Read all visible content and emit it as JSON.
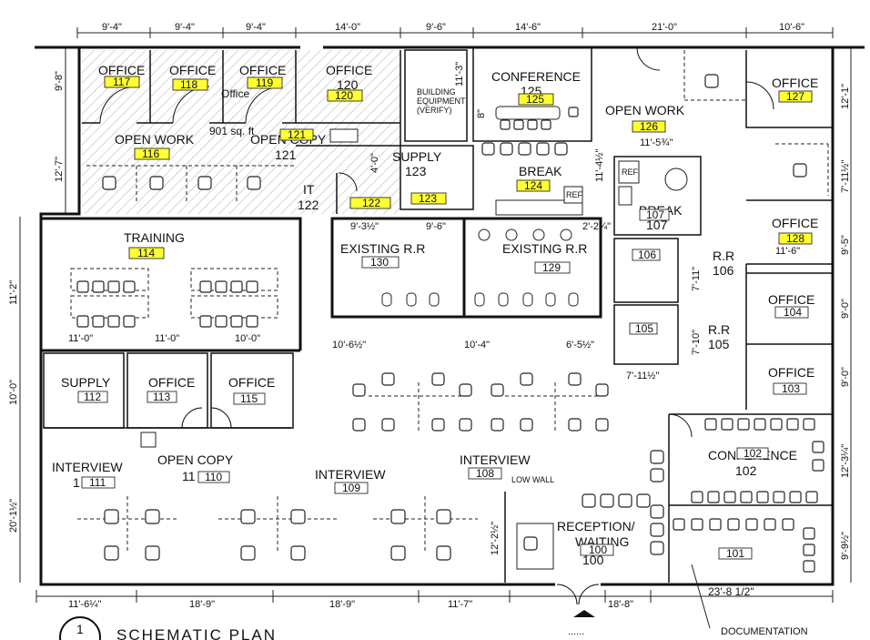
{
  "dimensions_top": [
    "9'-4\"",
    "9'-4\"",
    "9'-4\"",
    "14'-0\"",
    "9'-6\"",
    "14'-6\"",
    "21'-0\"",
    "10'-6\""
  ],
  "dimensions_bottom": [
    "11'-6¼\"",
    "18'-9\"",
    "18'-9\"",
    "11'-7\"",
    "18'-8\""
  ],
  "dimensions_left": [
    "9'-8\"",
    "12'-7\"",
    "11'-2\"",
    "10'-0\"",
    "20'-1½\""
  ],
  "dimensions_right": [
    "12'-1\"",
    "7'-11½\"",
    "9'-5\"",
    "9'-0\"",
    "9'-0\"",
    "12'-3¼\"",
    "9'-9½\""
  ],
  "dimensions_inner": {
    "training_1": "11'-0\"",
    "training_2": "11'-0\"",
    "training_3": "10'-0\"",
    "corridor_1": "10'-6½\"",
    "corridor_2": "10'-4\"",
    "corridor_3": "6'-5½\"",
    "rr_1": "9'-3½\"",
    "rr_2": "9'-6\"",
    "break_1": "11'-4½\"",
    "break_2": "2'-2¼\"",
    "openwork_w": "11'-5¾\"",
    "office128_w": "11'-6\"",
    "rr106_h": "7'-11\"",
    "rr105_h": "7'-10\"",
    "rr105_w": "7'-11½\"",
    "supply_h": "4'-0\"",
    "bldg_h": "11'-3\"",
    "conf_h": "8\"",
    "reception_h": "12'-2½\"",
    "documentation_w": "23'-8 1/2\""
  },
  "rooms": {
    "r117": {
      "label": "OFFICE",
      "num": "117"
    },
    "r118": {
      "label": "OFFICE",
      "num": "118"
    },
    "r119": {
      "label": "OFFICE",
      "num": "119"
    },
    "r120": {
      "label": "OFFICE",
      "num": "120",
      "tag": "120"
    },
    "r116": {
      "label": "OPEN WORK",
      "num": "116"
    },
    "r121": {
      "label": "OPEN COPY",
      "num": "121",
      "tag": "121"
    },
    "r122": {
      "label": "IT",
      "num": "122",
      "tag": "122"
    },
    "r123": {
      "label": "SUPPLY",
      "num": "123",
      "tag": "123"
    },
    "bldg": {
      "line1": "BUILDING",
      "line2": "EQUIPMENT",
      "line3": "(VERIFY)"
    },
    "r125": {
      "label": "CONFERENCE",
      "num": "125",
      "tag": "125"
    },
    "r124": {
      "label": "BREAK",
      "tag": "124"
    },
    "r126": {
      "label": "OPEN WORK",
      "tag": "126"
    },
    "r127": {
      "label": "OFFICE",
      "tag": "127"
    },
    "r128": {
      "label": "OFFICE",
      "tag": "128"
    },
    "r107": {
      "label": "BREAK",
      "num": "107",
      "tag": "107"
    },
    "r114": {
      "label": "TRAINING",
      "tag": "114"
    },
    "r130": {
      "label": "EXISTING R.R",
      "tag": "130"
    },
    "r129": {
      "label": "EXISTING R.R",
      "tag": "129"
    },
    "r106": {
      "label": "R.R",
      "num": "106",
      "tag": "106"
    },
    "r105": {
      "label": "R.R",
      "num": "105",
      "tag": "105"
    },
    "r104": {
      "label": "OFFICE",
      "tag": "104"
    },
    "r103": {
      "label": "OFFICE",
      "tag": "103"
    },
    "r112": {
      "label": "SUPPLY",
      "tag": "112"
    },
    "r113": {
      "label": "OFFICE",
      "tag": "113"
    },
    "r115": {
      "label": "OFFICE",
      "tag": "115"
    },
    "r111": {
      "label": "INTERVIEW",
      "num": "1",
      "tag": "111"
    },
    "r110": {
      "label": "OPEN COPY",
      "num": "11",
      "tag": "110"
    },
    "r109": {
      "label": "INTERVIEW",
      "tag": "109"
    },
    "r108": {
      "label": "INTERVIEW",
      "tag": "108"
    },
    "r102": {
      "label": "CONFERENCE",
      "num": "102",
      "tag": "102"
    },
    "r100": {
      "label": "RECEPTION/",
      "label2": "WAITING",
      "num": "100",
      "tag": "100"
    },
    "r101": {
      "tag": "101"
    }
  },
  "annotations": {
    "office_note": "Office",
    "area_note": "901 sq. ft",
    "ref1": "REF",
    "ref2": "REF",
    "documentation": "DOCUMENTATION",
    "plan_title": "SCHEMATIC PLAN",
    "plan_number": "1",
    "dots": "......",
    "low_wall": "LOW WALL"
  },
  "colors": {
    "tag_highlight": "#ffff33",
    "hatch": "#888888"
  }
}
